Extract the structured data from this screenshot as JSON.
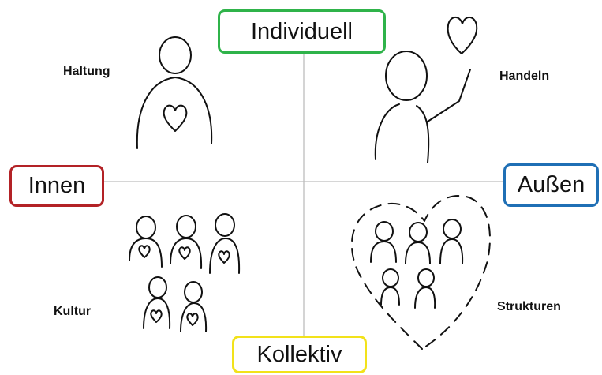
{
  "axes": {
    "top": {
      "label": "Individuell",
      "color": "#2fb34a"
    },
    "bottom": {
      "label": "Kollektiv",
      "color": "#f2e21a"
    },
    "left": {
      "label": "Innen",
      "color": "#b32226"
    },
    "right": {
      "label": "Außen",
      "color": "#1f6fb5"
    }
  },
  "quadrants": {
    "top_left": {
      "label": "Haltung"
    },
    "top_right": {
      "label": "Handeln"
    },
    "bottom_left": {
      "label": "Kultur"
    },
    "bottom_right": {
      "label": "Strukturen"
    }
  }
}
